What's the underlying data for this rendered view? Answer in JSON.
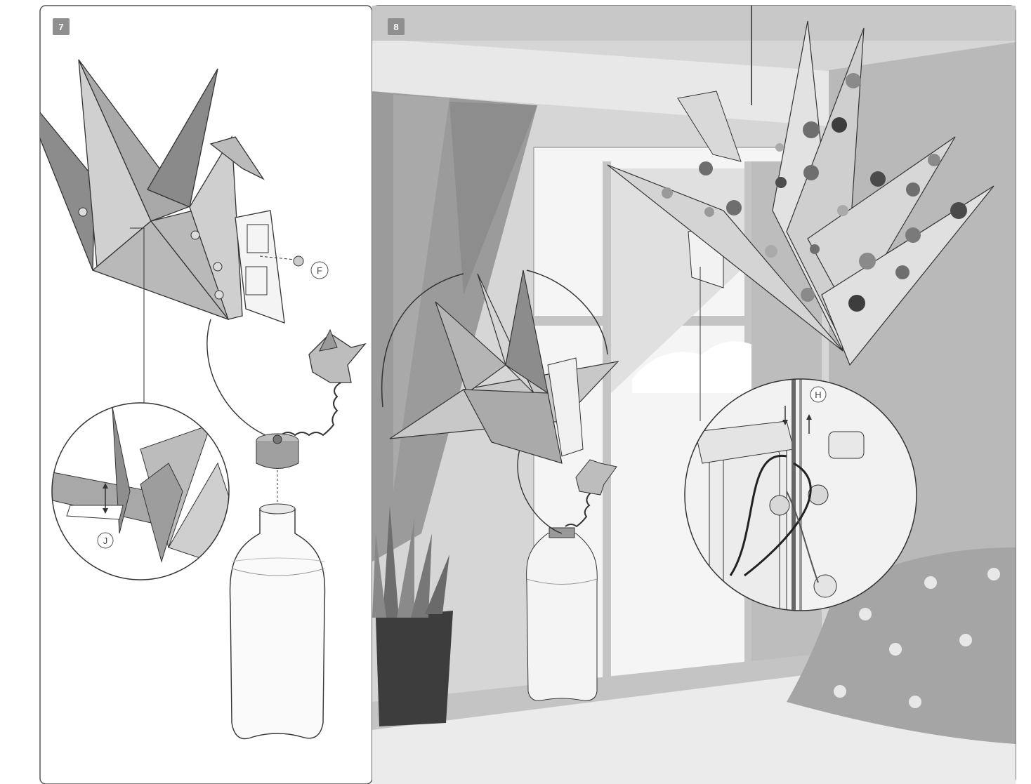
{
  "panels": [
    {
      "step": "7",
      "callouts": {
        "screw": "F",
        "detail": "J"
      }
    },
    {
      "step": "8",
      "callouts": {
        "detail": "H"
      }
    }
  ],
  "colors": {
    "frame": "#555555",
    "badge": "#8f8f8f",
    "paper_light": "#d9d9d9",
    "paper_mid": "#b5b5b5",
    "paper_dark": "#8c8c8c",
    "dots": "#6e6e6e",
    "pot": "#3d3d3d"
  }
}
